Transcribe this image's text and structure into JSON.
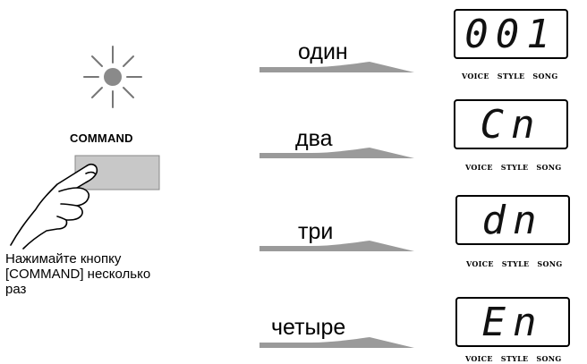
{
  "left_panel": {
    "command_label": "COMMAND",
    "instruction_lines": [
      "Нажимайте кнопку",
      "[COMMAND] несколько",
      "раз"
    ]
  },
  "steps": [
    {
      "label": "один",
      "display": "001"
    },
    {
      "label": "два",
      "display": "Cn"
    },
    {
      "label": "три",
      "display": "dn"
    },
    {
      "label": "четыре",
      "display": "En"
    }
  ],
  "display_captions": [
    "VOICE",
    "STYLE",
    "SONG"
  ],
  "colors": {
    "led": "#8a8a8a",
    "button": "#c8c8c8",
    "arrow": "#9a9a9a"
  }
}
